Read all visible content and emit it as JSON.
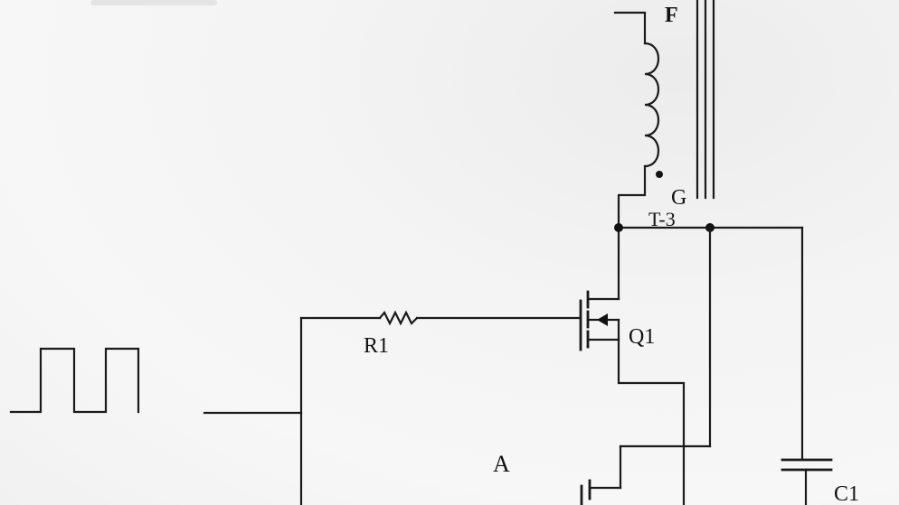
{
  "labels": {
    "transformer_top": "F",
    "transformer_dot": "G",
    "transformer": "T-3",
    "resistor": "R1",
    "mosfet": "Q1",
    "block": "A",
    "capacitor": "C1"
  },
  "colors": {
    "ink": "#111111",
    "paper": "#f4f4f4"
  }
}
